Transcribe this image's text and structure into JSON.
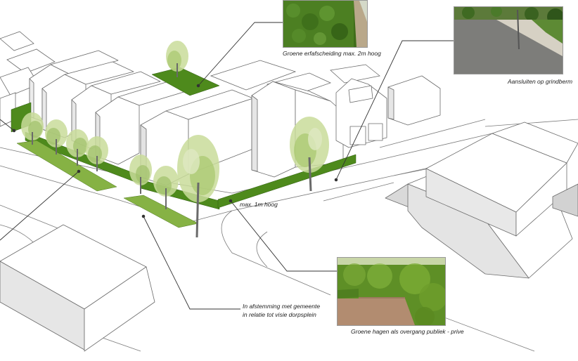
{
  "annotations": {
    "hedge_max_2m": "Groene erfafscheiding max. 2m hoog",
    "gravel_verge": "Aansluiten op grindberm",
    "hedge_max_1m": "max. 1m hoog",
    "municipality_line1": "In afstemming met gemeente",
    "municipality_line2": "in relatie tot visie dorpsplein",
    "hedge_transition": "Groene hagen als overgang publiek - prive"
  },
  "colors": {
    "hedge_green": "#4e8a1c",
    "strip_green": "#7aa83a",
    "tree_light": "#c9dc9a",
    "tree_mid": "#9fc06a",
    "building_shade": "#e9e9e9",
    "line": "#555555"
  }
}
